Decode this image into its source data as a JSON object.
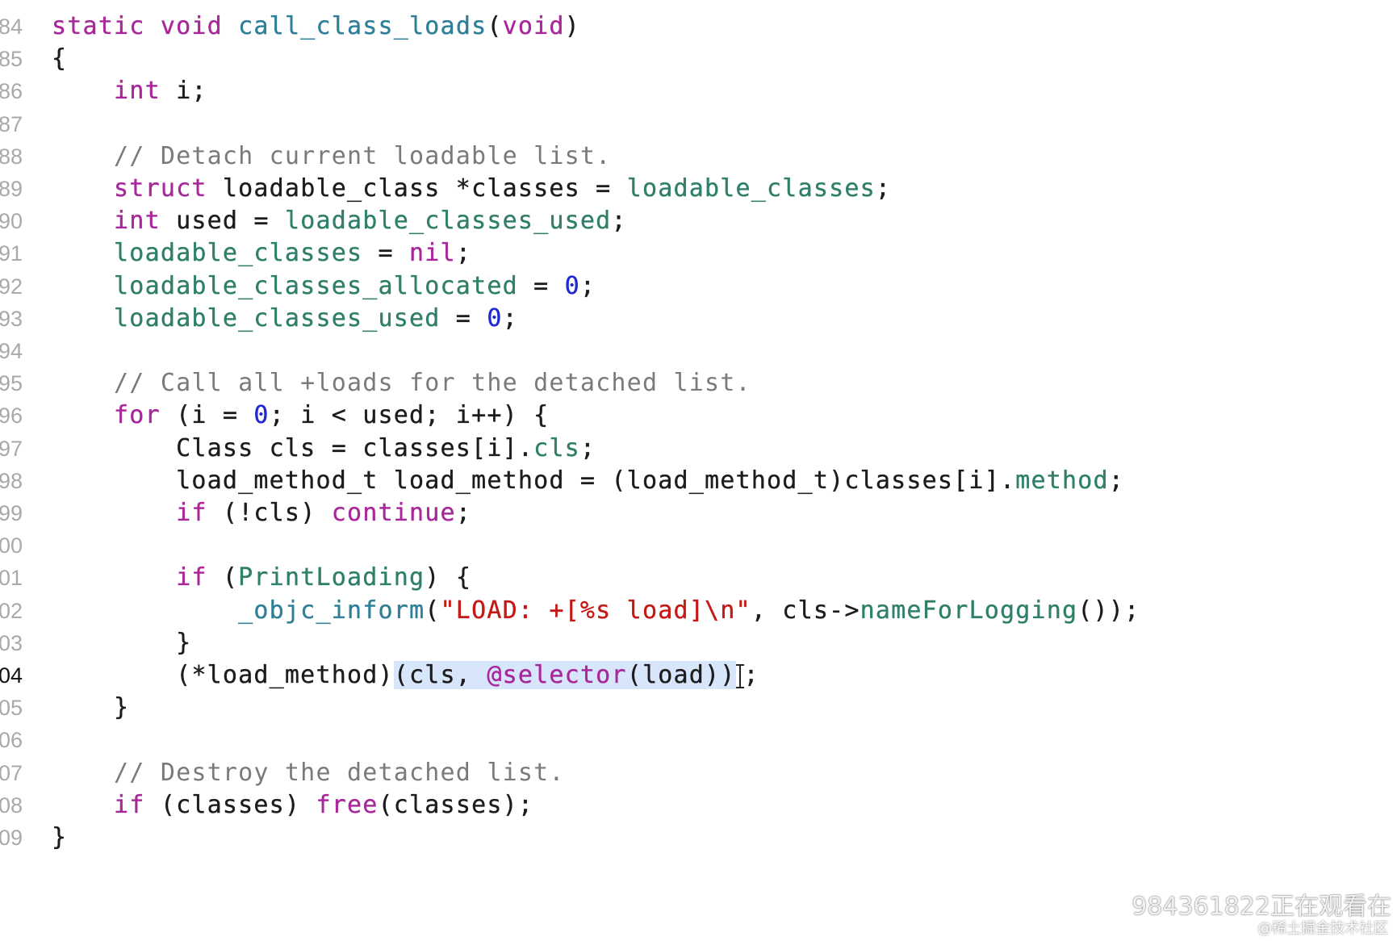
{
  "editor": {
    "line_numbers": [
      "84",
      "85",
      "86",
      "87",
      "88",
      "89",
      "90",
      "91",
      "92",
      "93",
      "94",
      "95",
      "96",
      "97",
      "98",
      "99",
      "00",
      "01",
      "02",
      "03",
      "04",
      "05",
      "06",
      "07",
      "08",
      "09"
    ],
    "current_line": "04",
    "lines": [
      [
        [
          "kw",
          "static"
        ],
        [
          "pl",
          " "
        ],
        [
          "kw",
          "void"
        ],
        [
          "pl",
          " "
        ],
        [
          "fn",
          "call_class_loads"
        ],
        [
          "pl",
          "("
        ],
        [
          "kw",
          "void"
        ],
        [
          "pl",
          ")"
        ]
      ],
      [
        [
          "pl",
          "{"
        ]
      ],
      [
        [
          "pl",
          "    "
        ],
        [
          "kw",
          "int"
        ],
        [
          "pl",
          " i;"
        ]
      ],
      [],
      [
        [
          "pl",
          "    "
        ],
        [
          "cm",
          "// Detach current loadable list."
        ]
      ],
      [
        [
          "pl",
          "    "
        ],
        [
          "kw",
          "struct"
        ],
        [
          "pl",
          " loadable_class *classes = "
        ],
        [
          "typ",
          "loadable_classes"
        ],
        [
          "pl",
          ";"
        ]
      ],
      [
        [
          "pl",
          "    "
        ],
        [
          "kw",
          "int"
        ],
        [
          "pl",
          " used = "
        ],
        [
          "typ",
          "loadable_classes_used"
        ],
        [
          "pl",
          ";"
        ]
      ],
      [
        [
          "pl",
          "    "
        ],
        [
          "typ",
          "loadable_classes"
        ],
        [
          "pl",
          " = "
        ],
        [
          "kw",
          "nil"
        ],
        [
          "pl",
          ";"
        ]
      ],
      [
        [
          "pl",
          "    "
        ],
        [
          "typ",
          "loadable_classes_allocated"
        ],
        [
          "pl",
          " = "
        ],
        [
          "num",
          "0"
        ],
        [
          "pl",
          ";"
        ]
      ],
      [
        [
          "pl",
          "    "
        ],
        [
          "typ",
          "loadable_classes_used"
        ],
        [
          "pl",
          " = "
        ],
        [
          "num",
          "0"
        ],
        [
          "pl",
          ";"
        ]
      ],
      [],
      [
        [
          "pl",
          "    "
        ],
        [
          "cm",
          "// Call all +loads for the detached list."
        ]
      ],
      [
        [
          "pl",
          "    "
        ],
        [
          "kw",
          "for"
        ],
        [
          "pl",
          " (i = "
        ],
        [
          "num",
          "0"
        ],
        [
          "pl",
          "; i < used; i++) {"
        ]
      ],
      [
        [
          "pl",
          "        Class cls = classes[i]."
        ],
        [
          "typ",
          "cls"
        ],
        [
          "pl",
          ";"
        ]
      ],
      [
        [
          "pl",
          "        load_method_t load_method = (load_method_t)classes[i]."
        ],
        [
          "typ",
          "method"
        ],
        [
          "pl",
          ";"
        ]
      ],
      [
        [
          "pl",
          "        "
        ],
        [
          "kw",
          "if"
        ],
        [
          "pl",
          " (!cls) "
        ],
        [
          "kw",
          "continue"
        ],
        [
          "pl",
          ";"
        ]
      ],
      [],
      [
        [
          "pl",
          "        "
        ],
        [
          "kw",
          "if"
        ],
        [
          "pl",
          " ("
        ],
        [
          "typ",
          "PrintLoading"
        ],
        [
          "pl",
          ") {"
        ]
      ],
      [
        [
          "pl",
          "            "
        ],
        [
          "fn",
          "_objc_inform"
        ],
        [
          "pl",
          "("
        ],
        [
          "str",
          "\"LOAD: +[%s load]\\n\""
        ],
        [
          "pl",
          ", cls->"
        ],
        [
          "typ",
          "nameForLogging"
        ],
        [
          "pl",
          "());"
        ]
      ],
      [
        [
          "pl",
          "        }"
        ]
      ],
      [
        [
          "pl",
          "        (*load_method)"
        ],
        [
          "sel-pl",
          "(cls, "
        ],
        [
          "sel-kw",
          "@selector"
        ],
        [
          "sel-pl",
          "(load))"
        ],
        [
          "caret",
          ""
        ],
        [
          "pl",
          ";"
        ]
      ],
      [
        [
          "pl",
          "    }"
        ]
      ],
      [],
      [
        [
          "pl",
          "    "
        ],
        [
          "cm",
          "// Destroy the detached list."
        ]
      ],
      [
        [
          "pl",
          "    "
        ],
        [
          "kw",
          "if"
        ],
        [
          "pl",
          " (classes) "
        ],
        [
          "kw",
          "free"
        ],
        [
          "pl",
          "(classes);"
        ]
      ],
      [
        [
          "pl",
          "}"
        ]
      ]
    ],
    "partial_top_line": "  - - - - - - - - - - - - - - - - - - - - - - - - - - - - - - - - - - - - - - - - - - - - - - - - - - - - - - - - - - - - - - - - - - - - - - - - - - - - -,"
  },
  "overlay": {
    "viewer_notice": "984361822正在观看在",
    "source_credit": "@稀土掘金技术社区"
  },
  "colors": {
    "keyword": "#a8279a",
    "comment": "#7a7a7a",
    "function": "#2f7f98",
    "type": "#2f7f6a",
    "number": "#1f2ad0",
    "string": "#c41a16",
    "selection": "#d7e6fb"
  }
}
